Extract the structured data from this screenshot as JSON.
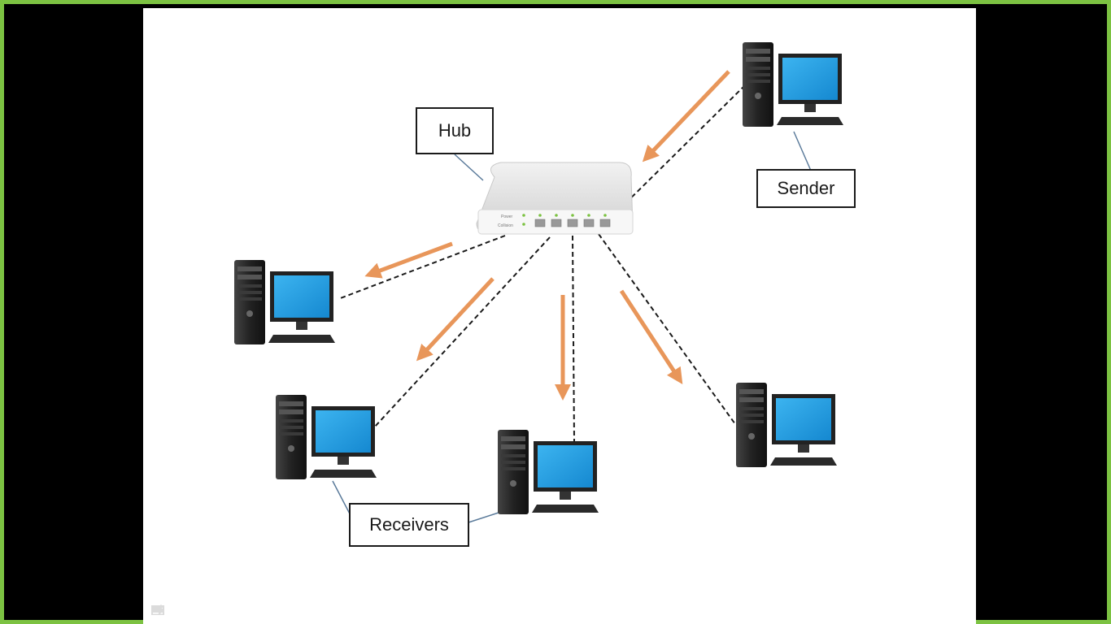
{
  "slide": {
    "labels": {
      "hub": "Hub",
      "sender": "Sender",
      "receivers": "Receivers"
    },
    "hub_port_labels": [
      "Power",
      "Collision"
    ]
  },
  "colors": {
    "frame_border": "#7cc242",
    "arrow": "#e8965a",
    "cable": "#1a1a1a",
    "screen": "#1ea0e6"
  },
  "nav": {
    "icons": [
      "back-arrow-icon",
      "pen-icon",
      "menu-icon",
      "forward-arrow-icon"
    ]
  }
}
